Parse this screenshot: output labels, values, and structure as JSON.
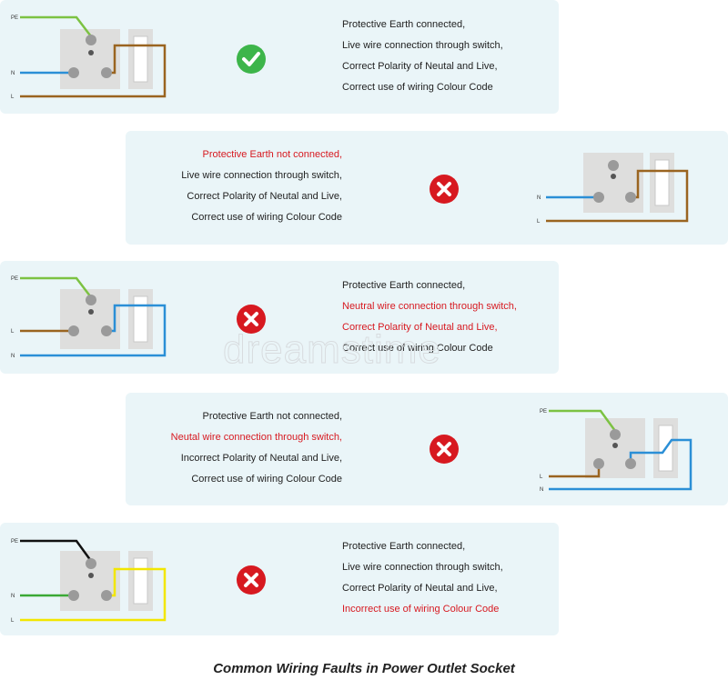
{
  "title": "Common Wiring Faults in Power Outlet Socket",
  "watermark": "dreamstime",
  "colors": {
    "earth": "#7cc242",
    "neutral": "#2b8fd6",
    "live": "#9a6420",
    "black": "#111111",
    "green": "#3aa935",
    "yellow": "#f2e600",
    "ok": "#3db54a",
    "fault": "#d71920"
  },
  "panels": [
    {
      "status": "check-icon",
      "labels": [
        "PE",
        "N",
        "L"
      ],
      "lines": [
        {
          "text": "Protective Earth connected,",
          "fault": false
        },
        {
          "text": "Live wire connection through switch,",
          "fault": false
        },
        {
          "text": "Correct Polarity of Neutal and Live,",
          "fault": false
        },
        {
          "text": "Correct use of wiring Colour Code",
          "fault": false
        }
      ]
    },
    {
      "status": "cross-icon",
      "labels": [
        "N",
        "L"
      ],
      "lines": [
        {
          "text": "Protective Earth not connected,",
          "fault": true
        },
        {
          "text": "Live wire connection through switch,",
          "fault": false
        },
        {
          "text": "Correct Polarity of Neutal and Live,",
          "fault": false
        },
        {
          "text": "Correct use of wiring Colour Code",
          "fault": false
        }
      ]
    },
    {
      "status": "cross-icon",
      "labels": [
        "PE",
        "L",
        "N"
      ],
      "lines": [
        {
          "text": "Protective Earth connected,",
          "fault": false
        },
        {
          "text": "Neutral wire connection through switch,",
          "fault": true
        },
        {
          "text": "Correct Polarity of Neutal and Live,",
          "fault": true
        },
        {
          "text": "Correct use of wiring Colour Code",
          "fault": false
        }
      ]
    },
    {
      "status": "cross-icon",
      "labels": [
        "PE",
        "L",
        "N"
      ],
      "lines": [
        {
          "text": "Protective Earth not connected,",
          "fault": false
        },
        {
          "text": "Neutal wire connection through switch,",
          "fault": true
        },
        {
          "text": "Incorrect Polarity of Neutal and Live,",
          "fault": false
        },
        {
          "text": "Correct use of wiring Colour Code",
          "fault": false
        }
      ]
    },
    {
      "status": "cross-icon",
      "labels": [
        "PE",
        "N",
        "L"
      ],
      "lines": [
        {
          "text": "Protective Earth connected,",
          "fault": false
        },
        {
          "text": "Live wire connection through switch,",
          "fault": false
        },
        {
          "text": "Correct Polarity of Neutal and Live,",
          "fault": false
        },
        {
          "text": "Incorrect use of wiring Colour Code",
          "fault": true
        }
      ]
    }
  ]
}
